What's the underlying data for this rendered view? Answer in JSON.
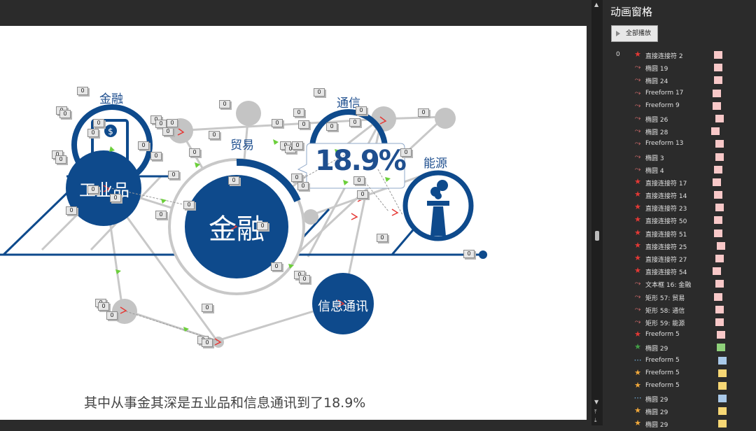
{
  "slide": {
    "labels": {
      "finance_top": "金融",
      "comm_top": "通信",
      "trade_top": "贸易",
      "energy_top": "能源",
      "industrial": "工业品",
      "finance_center": "金融",
      "info_comm": "信息通讯"
    },
    "big_percent": "18.9%",
    "caption": "其中从事金其深是五业品和信息通讯到了18.9%",
    "tag_value": "0"
  },
  "colors": {
    "brand_blue": "#0e4a8c",
    "gray": "#c4c4c4",
    "arrow_red": "#e53935",
    "arrow_green": "#6ccf3b"
  },
  "pane": {
    "title": "动画窗格",
    "play_all": "全部播放",
    "first_number": "0",
    "items": [
      {
        "label": "直接连接符 2",
        "icon": "star-red",
        "bar": "#f8c8c8"
      },
      {
        "label": "椭圆 19",
        "icon": "motion-red",
        "bar": "#f8c8c8"
      },
      {
        "label": "椭圆 24",
        "icon": "motion-red",
        "bar": "#f8c8c8"
      },
      {
        "label": "Freeform 17",
        "icon": "motion-red",
        "bar": "#f8c8c8"
      },
      {
        "label": "Freeform 9",
        "icon": "motion-red",
        "bar": "#f8c8c8"
      },
      {
        "label": "椭圆 26",
        "icon": "motion-red",
        "bar": "#f8c8c8"
      },
      {
        "label": "椭圆 28",
        "icon": "motion-red",
        "bar": "#f8c8c8"
      },
      {
        "label": "Freeform 13",
        "icon": "motion-red",
        "bar": "#f8c8c8"
      },
      {
        "label": "椭圆 3",
        "icon": "motion-red",
        "bar": "#f8c8c8"
      },
      {
        "label": "椭圆 4",
        "icon": "motion-red",
        "bar": "#f8c8c8"
      },
      {
        "label": "直接连接符 17",
        "icon": "star-red",
        "bar": "#f8c8c8"
      },
      {
        "label": "直接连接符 14",
        "icon": "star-red",
        "bar": "#f8c8c8"
      },
      {
        "label": "直接连接符 23",
        "icon": "star-red",
        "bar": "#f8c8c8"
      },
      {
        "label": "直接连接符 50",
        "icon": "star-red",
        "bar": "#f8c8c8"
      },
      {
        "label": "直接连接符 51",
        "icon": "star-red",
        "bar": "#f8c8c8"
      },
      {
        "label": "直接连接符 25",
        "icon": "star-red",
        "bar": "#f8c8c8"
      },
      {
        "label": "直接连接符 27",
        "icon": "star-red",
        "bar": "#f8c8c8"
      },
      {
        "label": "直接连接符 54",
        "icon": "star-red",
        "bar": "#f8c8c8"
      },
      {
        "label": "文本框 16: 金融",
        "icon": "motion-red",
        "bar": "#f8c8c8"
      },
      {
        "label": "矩形 57: 贸易",
        "icon": "motion-red",
        "bar": "#f8c8c8"
      },
      {
        "label": "矩形 58: 通信",
        "icon": "motion-red",
        "bar": "#f8c8c8"
      },
      {
        "label": "矩形 59: 能源",
        "icon": "motion-red",
        "bar": "#f8c8c8"
      },
      {
        "label": "Freeform 5",
        "icon": "star-red",
        "bar": "#f8c8c8"
      },
      {
        "label": "椭圆 29",
        "icon": "star-green",
        "bar": "#8fd17a"
      },
      {
        "label": "Freeform 5",
        "icon": "dots",
        "bar": "#a9c9e8"
      },
      {
        "label": "Freeform 5",
        "icon": "star-gold",
        "bar": "#f7d774"
      },
      {
        "label": "Freeform 5",
        "icon": "star-gold",
        "bar": "#f7d774"
      },
      {
        "label": "椭圆 29",
        "icon": "dots",
        "bar": "#a9c9e8"
      },
      {
        "label": "椭圆 29",
        "icon": "star-gold",
        "bar": "#f7d774"
      },
      {
        "label": "椭圆 29",
        "icon": "star-gold",
        "bar": "#f7d774"
      }
    ]
  }
}
